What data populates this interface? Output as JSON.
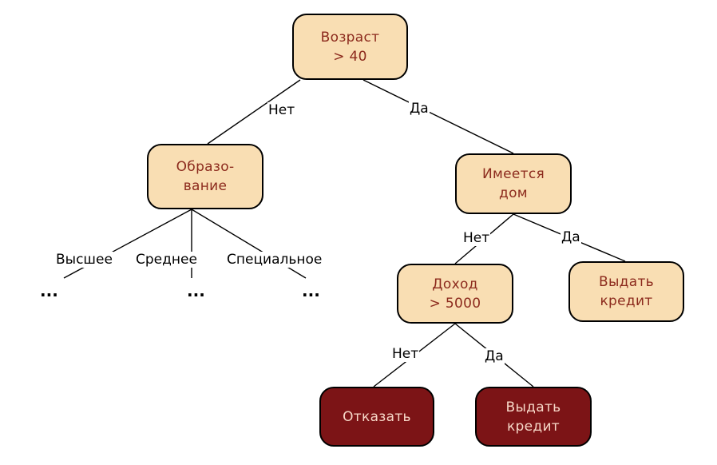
{
  "nodes": {
    "age": "Возраст\n> 40",
    "education": "Образо-\nвание",
    "has_house": "Имеется\nдом",
    "income": "Доход\n> 5000",
    "grant_credit_1": "Выдать\nкредит",
    "refuse": "Отказать",
    "grant_credit_2": "Выдать\nкредит"
  },
  "edge_labels": {
    "age_no": "Нет",
    "age_yes": "Да",
    "education_higher": "Высшее",
    "education_secondary": "Среднее",
    "education_special": "Специальное",
    "house_no": "Нет",
    "house_yes": "Да",
    "income_no": "Нет",
    "income_yes": "Да"
  },
  "ellipsis": {
    "higher": "...",
    "secondary": "...",
    "special": "..."
  },
  "colors": {
    "decision_fill": "#f9deb3",
    "decision_text": "#8c2a1d",
    "deny_fill": "#7c1416",
    "deny_text": "#f7d8c8",
    "edge": "#000000"
  }
}
